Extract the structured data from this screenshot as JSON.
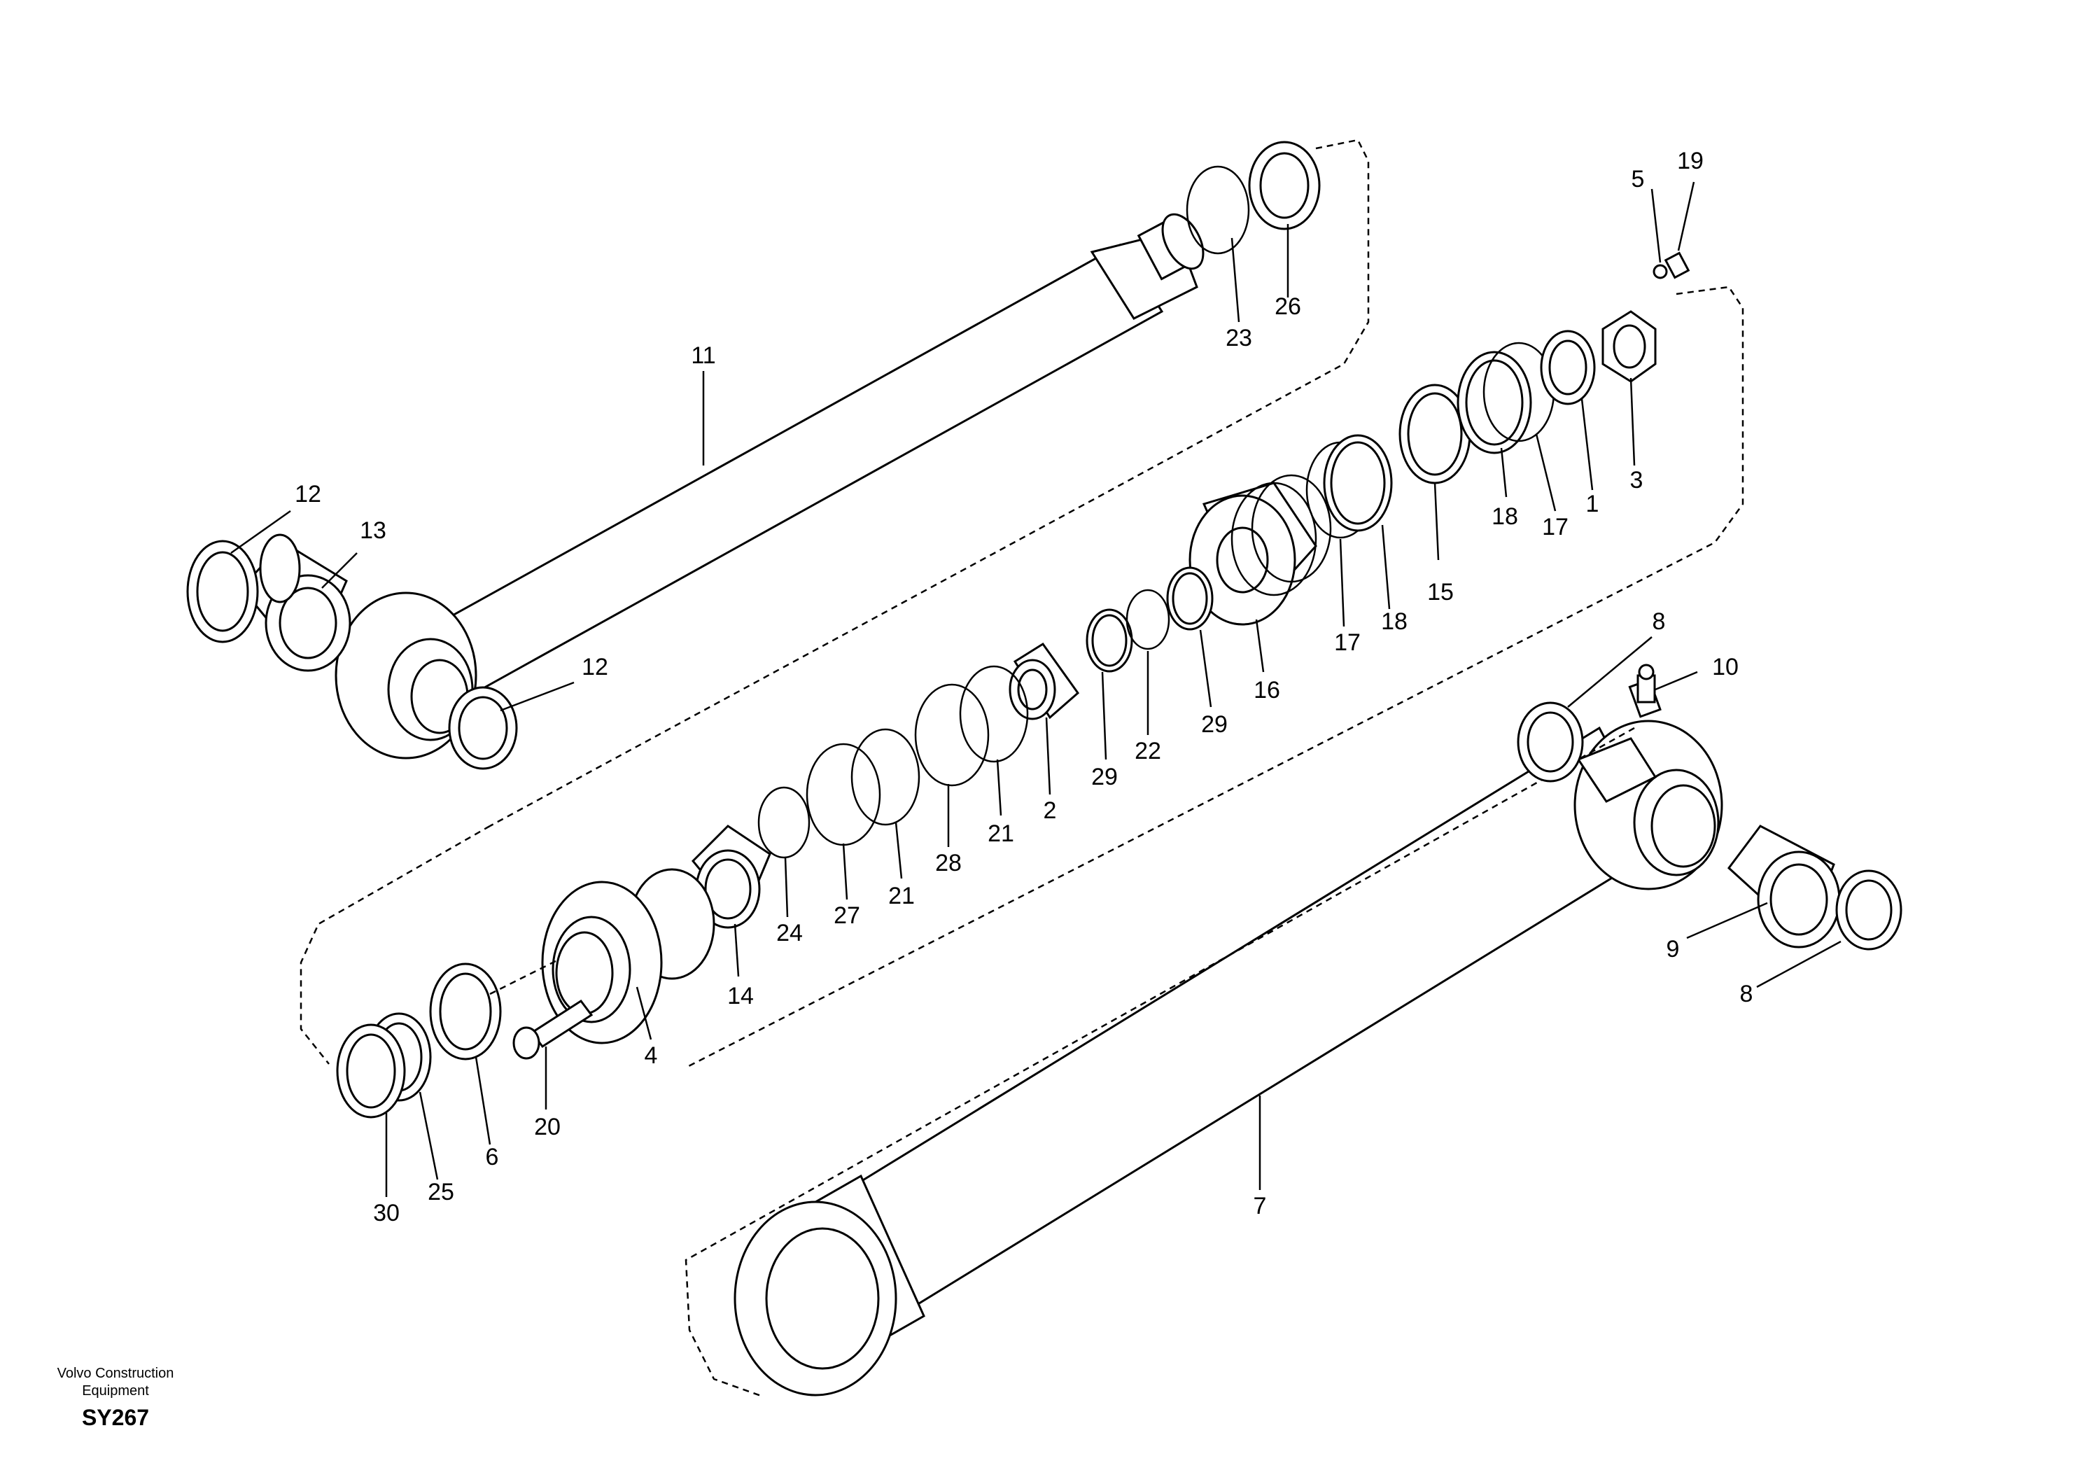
{
  "footer": {
    "brand_line1": "Volvo Construction",
    "brand_line2": "Equipment",
    "code": "SY267"
  },
  "callouts": [
    {
      "id": "c1",
      "label": "1"
    },
    {
      "id": "c2",
      "label": "2"
    },
    {
      "id": "c3",
      "label": "3"
    },
    {
      "id": "c4",
      "label": "4"
    },
    {
      "id": "c5",
      "label": "5"
    },
    {
      "id": "c6",
      "label": "6"
    },
    {
      "id": "c7",
      "label": "7"
    },
    {
      "id": "c8a",
      "label": "8"
    },
    {
      "id": "c8b",
      "label": "8"
    },
    {
      "id": "c9",
      "label": "9"
    },
    {
      "id": "c10",
      "label": "10"
    },
    {
      "id": "c11",
      "label": "11"
    },
    {
      "id": "c12a",
      "label": "12"
    },
    {
      "id": "c12b",
      "label": "12"
    },
    {
      "id": "c13",
      "label": "13"
    },
    {
      "id": "c14",
      "label": "14"
    },
    {
      "id": "c15",
      "label": "15"
    },
    {
      "id": "c16",
      "label": "16"
    },
    {
      "id": "c17a",
      "label": "17"
    },
    {
      "id": "c17b",
      "label": "17"
    },
    {
      "id": "c18a",
      "label": "18"
    },
    {
      "id": "c18b",
      "label": "18"
    },
    {
      "id": "c19",
      "label": "19"
    },
    {
      "id": "c20",
      "label": "20"
    },
    {
      "id": "c21a",
      "label": "21"
    },
    {
      "id": "c21b",
      "label": "21"
    },
    {
      "id": "c22",
      "label": "22"
    },
    {
      "id": "c23",
      "label": "23"
    },
    {
      "id": "c24",
      "label": "24"
    },
    {
      "id": "c25",
      "label": "25"
    },
    {
      "id": "c26",
      "label": "26"
    },
    {
      "id": "c27",
      "label": "27"
    },
    {
      "id": "c28",
      "label": "28"
    },
    {
      "id": "c29a",
      "label": "29"
    },
    {
      "id": "c29b",
      "label": "29"
    },
    {
      "id": "c30",
      "label": "30"
    }
  ]
}
